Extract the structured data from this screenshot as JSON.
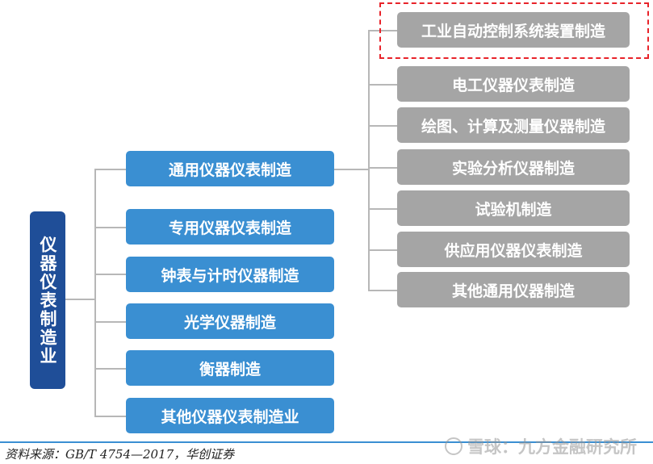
{
  "root": {
    "label": "仪器仪表制造业"
  },
  "mid_categories": [
    "通用仪器仪表制造",
    "专用仪器仪表制造",
    "钟表与计时仪器制造",
    "光学仪器制造",
    "衡器制造",
    "其他仪器仪表制造业"
  ],
  "sub_categories": [
    "工业自动控制系统装置制造",
    "电工仪器仪表制造",
    "绘图、计算及测量仪器制造",
    "实验分析仪器制造",
    "试验机制造",
    "供应用仪器仪表制造",
    "其他通用仪器制造"
  ],
  "highlighted_item": "工业自动控制系统装置制造",
  "source": "资料来源：GB/T 4754—2017，华创证券",
  "watermark": "雪球：九方金融研究所",
  "colors": {
    "root": "#1f4e98",
    "mid": "#3a8fd2",
    "leaf": "#a5a5a5",
    "connector": "#b7b7b7",
    "highlight_border": "#e8232a"
  }
}
